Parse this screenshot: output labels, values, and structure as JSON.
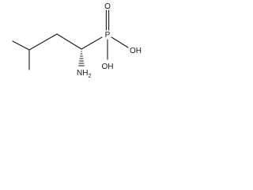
{
  "molecule": {
    "atoms": {
      "oxygen_top": "O",
      "phosphorus": "P",
      "hydroxyl_right": "OH",
      "hydroxyl_bottom": "OH",
      "amine": "NH",
      "amine_subscript": "2"
    },
    "stereocenter": "wedge-hashed"
  }
}
